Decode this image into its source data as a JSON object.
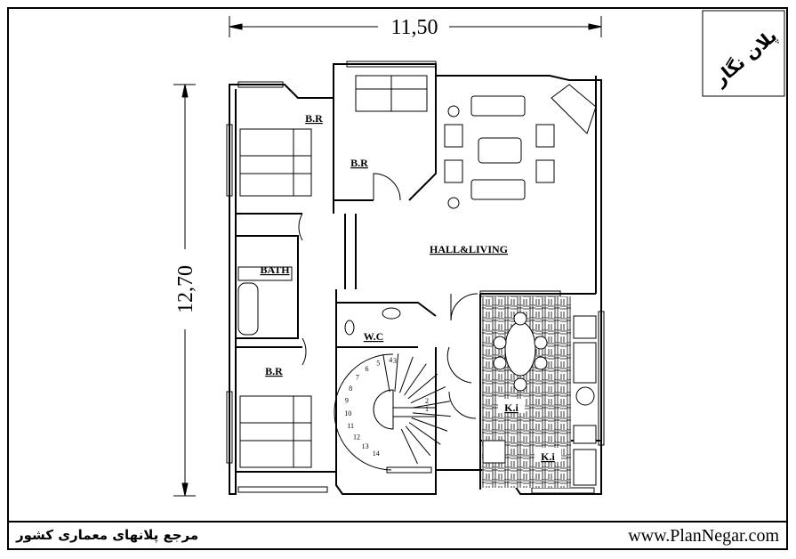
{
  "dimensions": {
    "width": "11,50",
    "height": "12,70"
  },
  "rooms": {
    "bedroom_top_left": "B.R",
    "bedroom_top_center": "B.R",
    "hall_living": "HALL&LIVING",
    "bath": "BATH",
    "wc": "W.C",
    "bedroom_bottom_left": "B.R",
    "kitchen_main": "K.i",
    "kitchen_small": "K.i"
  },
  "stair_steps": [
    "1",
    "2",
    "3",
    "4",
    "5",
    "6",
    "7",
    "8",
    "9",
    "10",
    "11",
    "12",
    "13",
    "14"
  ],
  "logo": {
    "text": "پلان نگار"
  },
  "footer": {
    "left_text": "مرجع پلانهای معماری کشور",
    "right_text": "www.PlanNegar.com"
  }
}
